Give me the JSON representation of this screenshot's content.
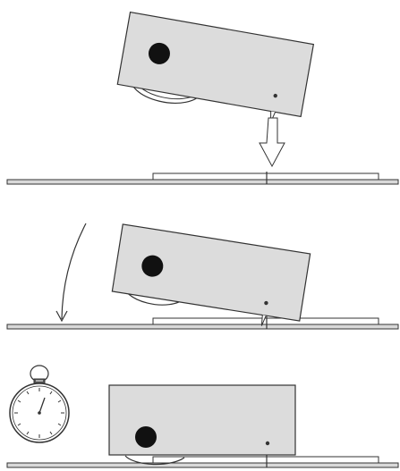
{
  "diagram": {
    "steps": [
      {
        "id": "step-1-approach",
        "caption": ""
      },
      {
        "id": "step-2-tilt-down",
        "caption": ""
      },
      {
        "id": "step-3-seated",
        "caption": ""
      }
    ],
    "colors": {
      "device_body": "#dcdcdc",
      "device_outline": "#333333",
      "rail_fill": "#d9d9d9",
      "dark_knob": "#111111",
      "arrow_fill": "#ffffff",
      "stopwatch_face": "#ffffff"
    },
    "icons": {
      "down-arrow": "down-arrow-icon",
      "curved-arrow": "curved-arrow-icon",
      "stopwatch": "stopwatch-icon"
    }
  }
}
